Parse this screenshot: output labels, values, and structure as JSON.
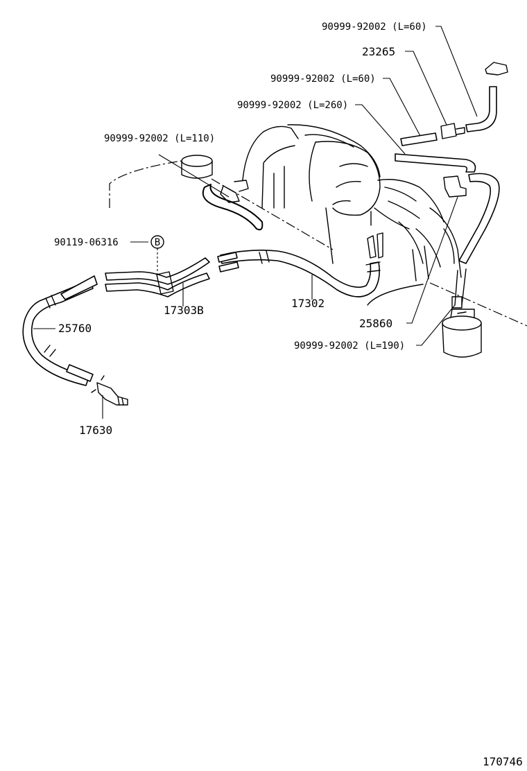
{
  "labels": {
    "hose_l60_top": "90999-92002 (L=60)",
    "part_23265": "23265",
    "hose_l60_mid": "90999-92002 (L=60)",
    "hose_l260": "90999-92002 (L=260)",
    "hose_l110": "90999-92002 (L=110)",
    "clip_90119": "90119-06316",
    "circle_b": "B",
    "part_17303b": "17303B",
    "part_17302": "17302",
    "part_25760": "25760",
    "part_25860": "25860",
    "hose_l190": "90999-92002 (L=190)",
    "part_17630": "17630",
    "diagram_number": "170746"
  }
}
